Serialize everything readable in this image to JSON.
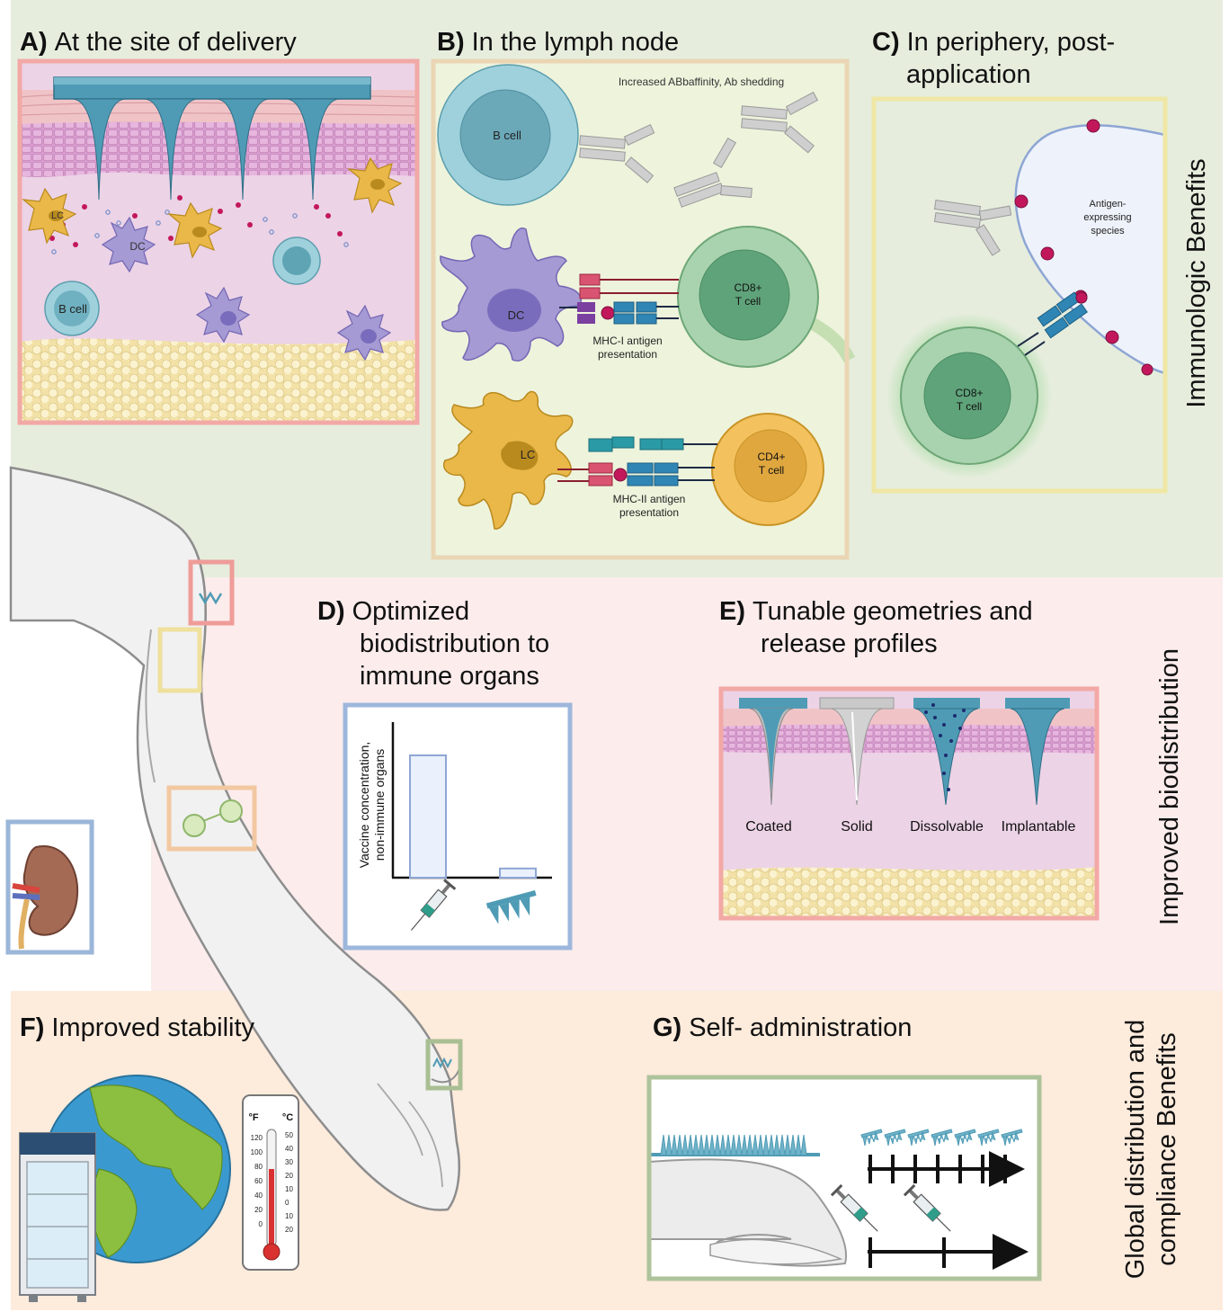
{
  "colors": {
    "top_band": "#e6eddd",
    "mid_band": "#fcecec",
    "bottom_band": "#fdebdc",
    "frame_red": "#f2a9a6",
    "frame_tan": "#ead6b4",
    "frame_yellow": "#efe7a4",
    "frame_blue": "#9db7dc",
    "frame_green": "#aec39b",
    "needle_blue": "#4f9bb5",
    "b_cell": "#8fc3cf",
    "dc": "#a59ad3",
    "lc": "#e9b849",
    "t_cell_cd8": "#8fc59e",
    "t_cell_cd4": "#f3c15e",
    "dot_red": "#c2185b"
  },
  "panels": {
    "a": {
      "letter": "A)",
      "title": "At the site of delivery",
      "labels": {
        "lc": "LC",
        "dc": "DC",
        "b_cell": "B cell"
      }
    },
    "b": {
      "letter": "B)",
      "title": "In the lymph node",
      "note": "Increased ABbaffinity, Ab shedding",
      "labels": {
        "b_cell": "B cell",
        "dc": "DC",
        "lc": "LC",
        "cd8_l1": "CD8+",
        "cd8_l2": "T cell",
        "cd4_l1": "CD4+",
        "cd4_l2": "T cell",
        "mhc1_l1": "MHC-I antigen",
        "mhc1_l2": "presentation",
        "mhc2_l1": "MHC-II antigen",
        "mhc2_l2": "presentation"
      }
    },
    "c": {
      "letter": "C)",
      "title_l1": "In periphery, post-",
      "title_l2": "application",
      "labels": {
        "antigen_l1": "Antigen-",
        "antigen_l2": "expressing",
        "antigen_l3": "species",
        "cd8_l1": "CD8+",
        "cd8_l2": "T cell"
      }
    },
    "d": {
      "letter": "D)",
      "title_l1": "Optimized",
      "title_l2": "biodistribution to",
      "title_l3": "immune organs",
      "ylabel_l1": "Vaccine concentration,",
      "ylabel_l2": "non-immune organs"
    },
    "e": {
      "letter": "E)",
      "title_l1": "Tunable geometries and",
      "title_l2": "release profiles",
      "types": [
        "Coated",
        "Solid",
        "Dissolvable",
        "Implantable"
      ]
    },
    "f": {
      "letter": "F)",
      "title": "Improved stability",
      "thermo": {
        "unit_f": "°F",
        "unit_c": "°C",
        "f_ticks": [
          "120",
          "100",
          "80",
          "60",
          "40",
          "20",
          "0"
        ],
        "c_ticks": [
          "50",
          "40",
          "30",
          "20",
          "10",
          "0",
          "10",
          "20"
        ]
      }
    },
    "g": {
      "letter": "G)",
      "title": "Self- administration"
    }
  },
  "side_labels": {
    "immunologic": "Immunologic Benefits",
    "biodistribution": "Improved biodistribution",
    "global_l1": "Global distribution and",
    "global_l2": "compliance Benefits"
  },
  "chart_data": {
    "type": "bar",
    "categories": [
      "needle-and-syringe",
      "microneedle"
    ],
    "values": [
      0.8,
      0.06
    ],
    "ylim": [
      0,
      1
    ],
    "xlabel": "",
    "ylabel": "Vaccine concentration, non-immune organs",
    "title": ""
  }
}
